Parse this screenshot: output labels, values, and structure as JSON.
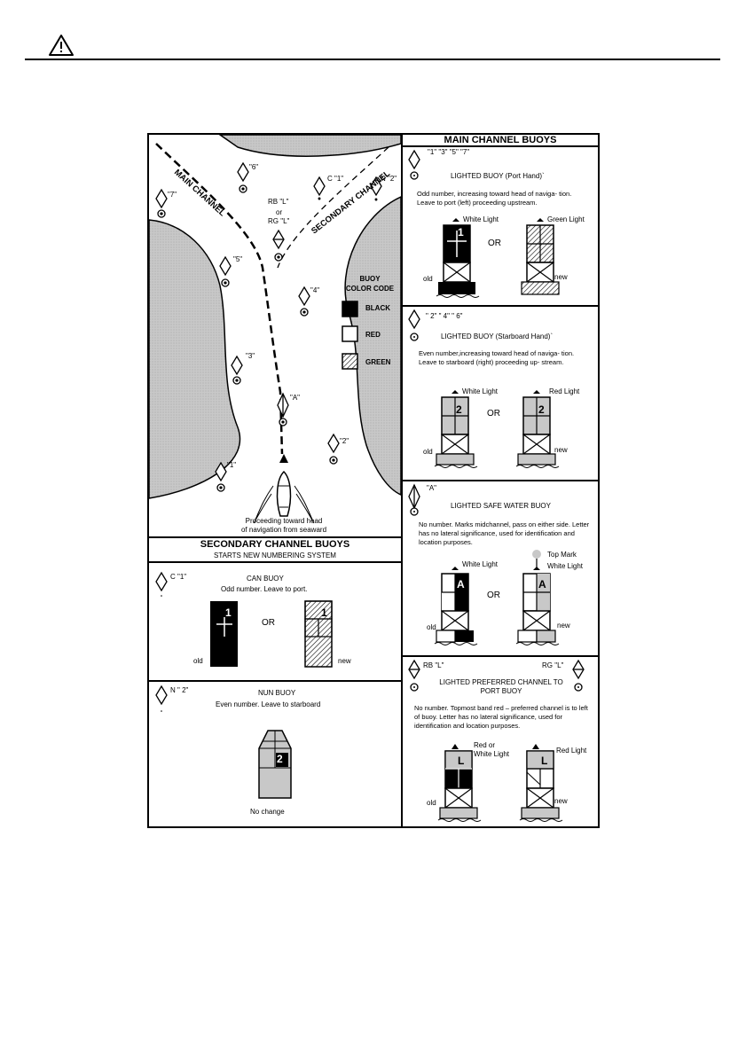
{
  "header": {
    "icon": "warning-triangle-icon"
  },
  "map": {
    "main_channel_label": "MAIN CHANNEL",
    "secondary_channel_label": "SECONDARY CHANNEL",
    "buoys": {
      "b6": "\"6\"",
      "b7": "\"7\"",
      "c1": "C \"1\"",
      "n2": "N \"2\"",
      "rb_l": "RB  \"L\"",
      "or": "or",
      "rg_l": "RG  \"L\"",
      "b5": "\"5\"",
      "b4": "\"4\"",
      "b3": "\"3\"",
      "ba": "\"A\"",
      "b2": "\"2\"",
      "b1": "\"1\""
    },
    "proceeding_line1": "Proceeding toward head",
    "proceeding_line2": "of navigation from seaward",
    "color_code": {
      "title_line1": "BUOY",
      "title_line2": "COLOR CODE",
      "black": "BLACK",
      "red": "RED",
      "green": "GREEN"
    }
  },
  "secondary": {
    "title": "SECONDARY CHANNEL BUOYS",
    "subtitle": "STARTS NEW NUMBERING SYSTEM",
    "can": {
      "label": "C  \"1\"",
      "name": "CAN  BUOY",
      "desc": "Odd number.  Leave to port.",
      "or": "OR",
      "old": "old",
      "new": "new",
      "num": "1"
    },
    "nun": {
      "label": "N  \" 2\"",
      "name": "NUN BUOY",
      "desc": "Even number.  Leave to starboard",
      "num": "2",
      "no_change": "No change"
    }
  },
  "main": {
    "title": "MAIN CHANNEL BUOYS",
    "port": {
      "numbers": "\"1\"  \"3\"  \"5\"  \"7\"",
      "name": "LIGHTED BUOY (Port Hand)`",
      "desc": "Odd number, increasing toward head of naviga- tion. Leave to port (left) proceeding upstream.",
      "white_light": "White Light",
      "green_light": "Green Light",
      "or": "OR",
      "old": "old",
      "new": "new",
      "num": "1"
    },
    "starboard": {
      "numbers": "\" 2\"  \" 4\"  \" 6\"",
      "name": "LIGHTED BUOY (Starboard Hand)`",
      "desc": "Even number,increasing toward head of naviga- tion. Leave to  starboard  (right) proceeding up- stream.",
      "white_light": "White Light",
      "red_light": "Red Light",
      "or": "OR",
      "old": "old",
      "new": "new",
      "num": "2"
    },
    "safe": {
      "label": "\"A\"",
      "name": "LIGHTED SAFE WATER BUOY",
      "desc": "No  number.  Marks  midchannel,  pass  on  either side.  Letter has no lateral significance, used for identification and location purposes.",
      "top_mark": "Top Mark",
      "white_light_left": "White Light",
      "white_light_right": "White Light",
      "or": "OR",
      "old": "old",
      "new": "new",
      "letter": "A"
    },
    "preferred": {
      "rb": "RB  \"L\"",
      "rg": "RG  \"L\"",
      "name_line1": "LIGHTED PREFERRED CHANNEL TO",
      "name_line2": "PORT BUOY",
      "desc": "No  number.  Topmost  band  red  –  preferred channel is to left of buoy. Letter has no lateral significance, used for identification and location purposes.",
      "red_or_white_line1": "Red or",
      "red_or_white_line2": "White Light",
      "red_light": "Red Light",
      "old": "old",
      "new": "new",
      "letter": "L"
    }
  }
}
